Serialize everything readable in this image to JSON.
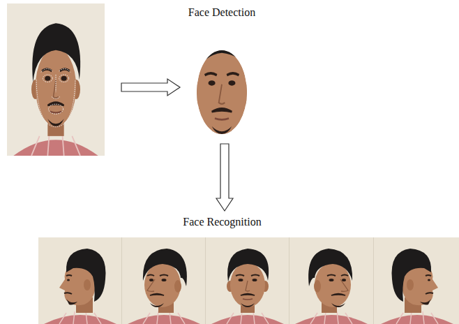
{
  "diagram": {
    "nodes": [
      {
        "text": [
          "Face Detection"
        ]
      },
      {
        "text": [
          "Face Recognition"
        ]
      }
    ],
    "edges": [
      {
        "from": 0,
        "to": 1,
        "arrow": "to"
      }
    ]
  }
}
